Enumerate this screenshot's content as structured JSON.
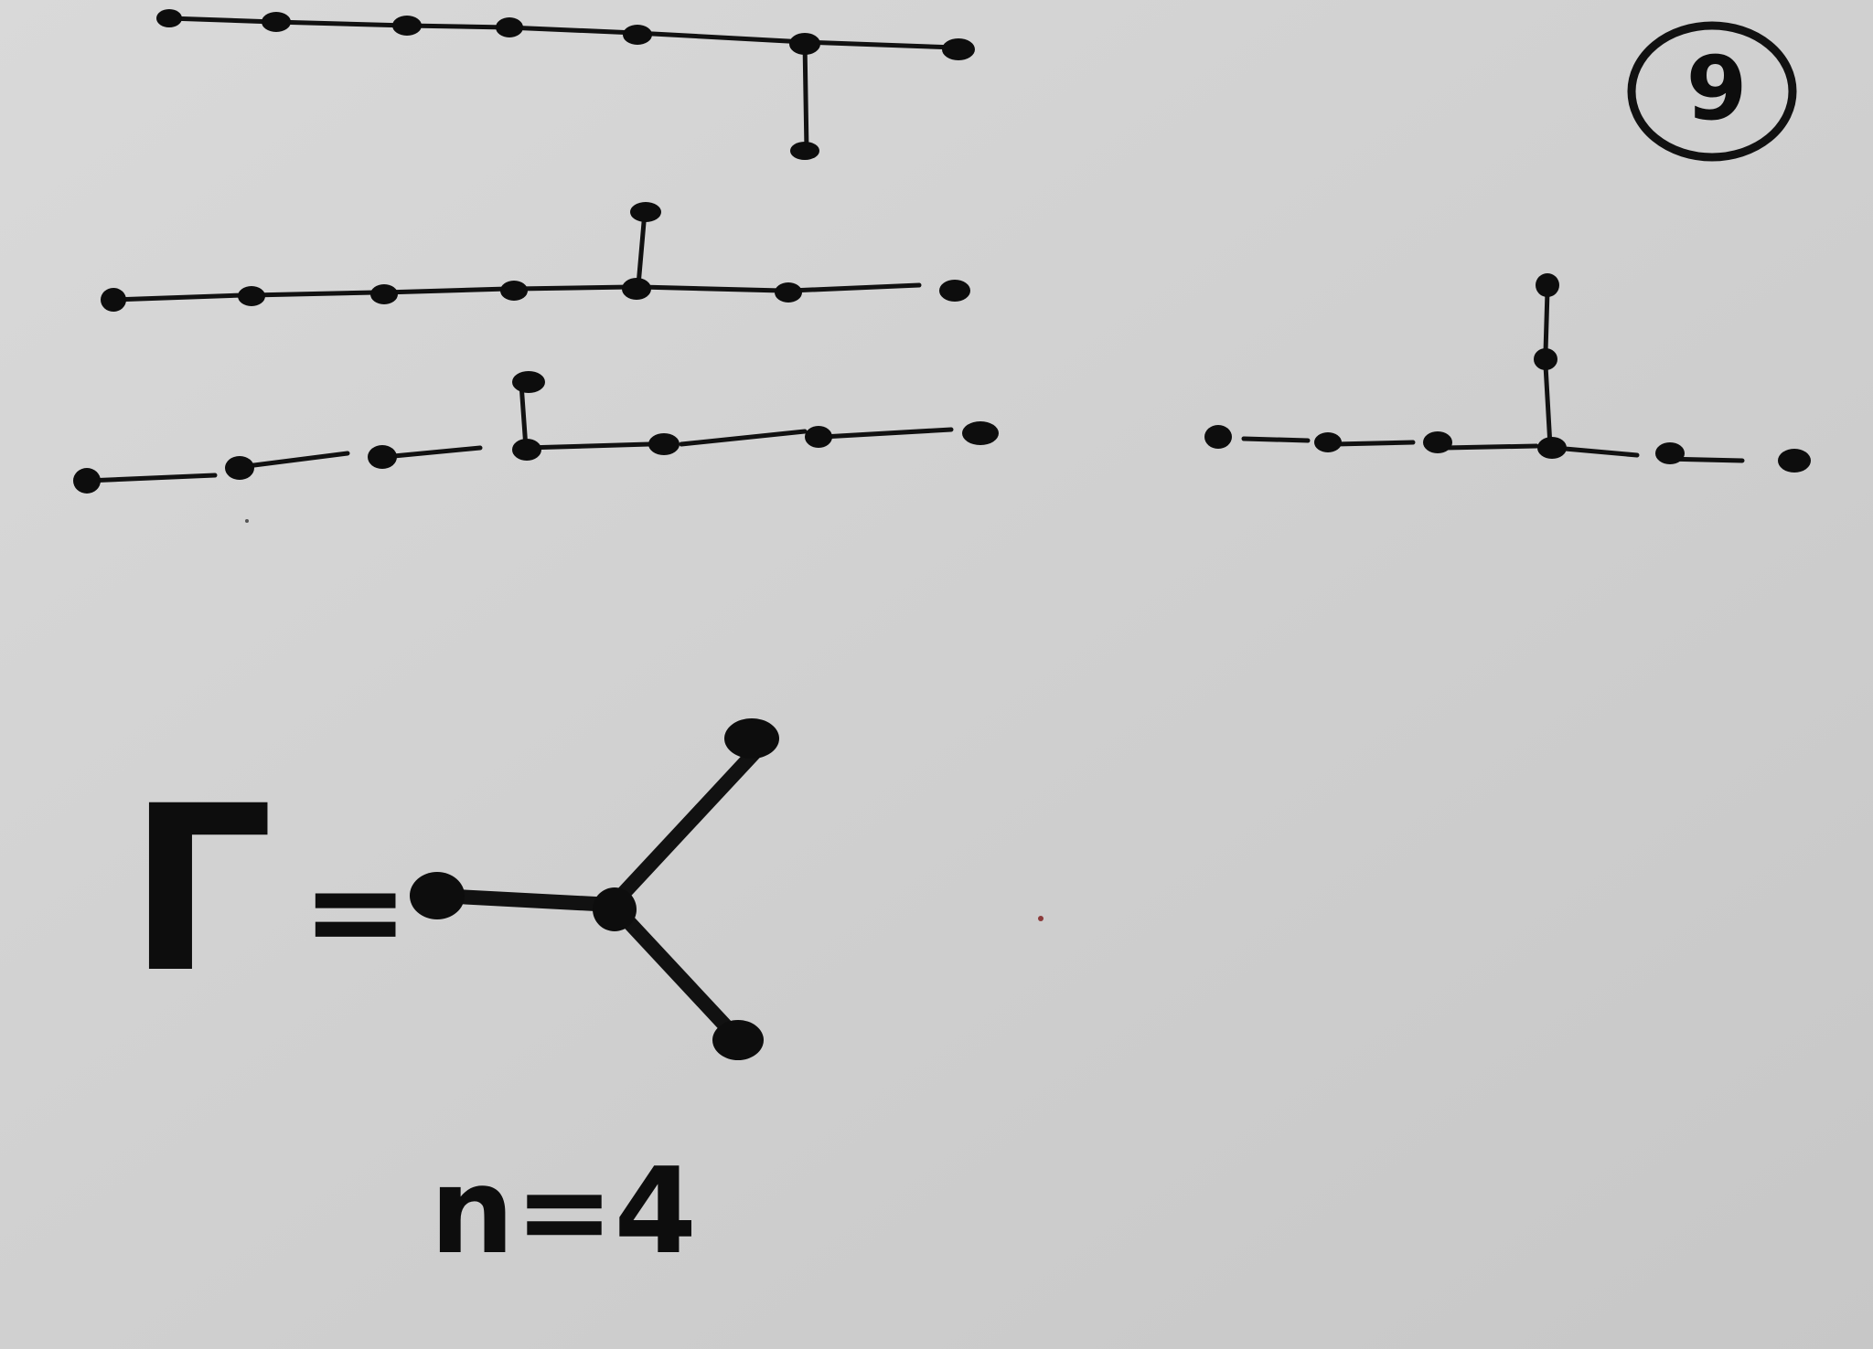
{
  "page_number_label": "9",
  "gamma_label": "Γ",
  "equals_label": "=",
  "n_equation": "n=4",
  "colors": {
    "board": "#d2d2d2",
    "ink": "#111111"
  }
}
